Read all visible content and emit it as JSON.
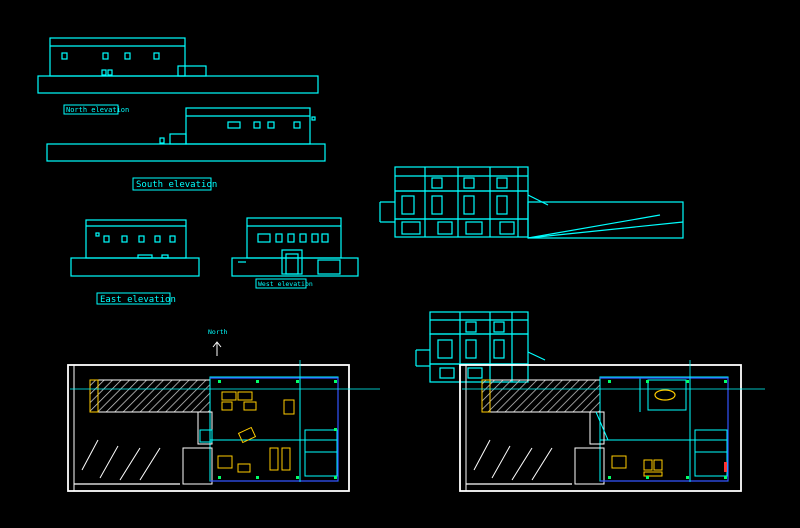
{
  "drawing": {
    "labels": {
      "north_elevation": "North elevation",
      "south_elevation": "South elevation",
      "east_elevation": "East elevation",
      "west_elevation": "West elevation",
      "north_arrow": "North"
    }
  },
  "colors": {
    "background": "#000000",
    "line_primary": "#00ffff",
    "line_white": "#ffffff",
    "line_blue": "#3355ff",
    "line_green": "#00ff66",
    "line_yellow": "#ffcc00",
    "line_red": "#ff3333",
    "hatch": "#dddddd"
  }
}
